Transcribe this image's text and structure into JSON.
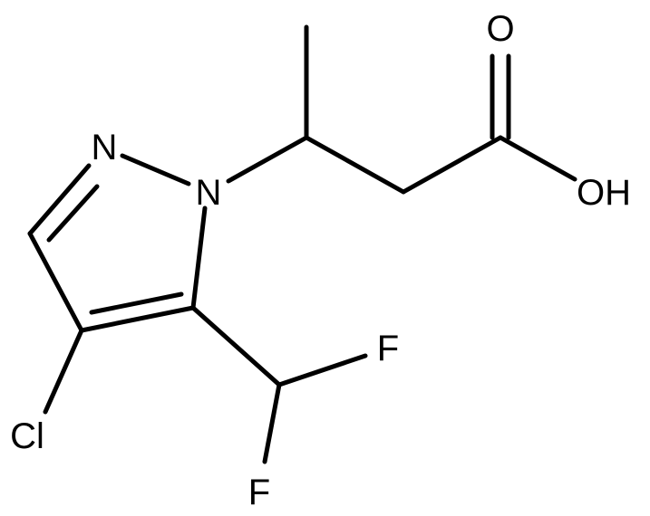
{
  "molecule": {
    "atoms": {
      "oxygen_carbonyl": "O",
      "hydroxyl": "OH",
      "nitrogen_2": "N",
      "nitrogen_1": "N",
      "fluorine_1": "F",
      "fluorine_2": "F",
      "chlorine": "Cl"
    }
  },
  "colors": {
    "bond": "#000000",
    "label": "#000000",
    "background": "#ffffff"
  }
}
